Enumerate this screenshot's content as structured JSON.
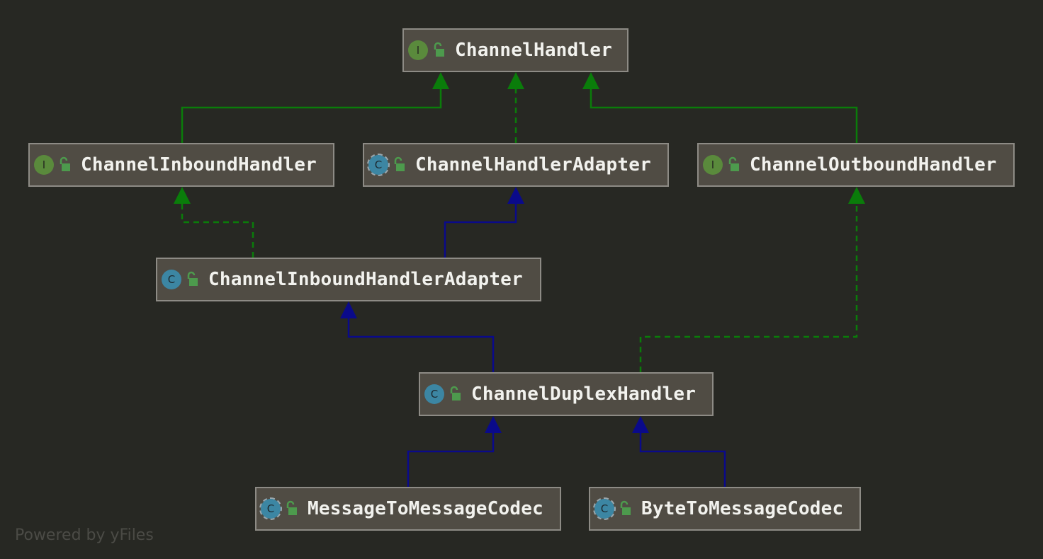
{
  "diagram": {
    "nodes": [
      {
        "id": "channel-handler",
        "kind": "interface",
        "kind_letter": "I",
        "label": "ChannelHandler"
      },
      {
        "id": "channel-inbound-handler",
        "kind": "interface",
        "kind_letter": "I",
        "label": "ChannelInboundHandler"
      },
      {
        "id": "channel-handler-adapter",
        "kind": "abstract",
        "kind_letter": "C",
        "label": "ChannelHandlerAdapter"
      },
      {
        "id": "channel-outbound-handler",
        "kind": "interface",
        "kind_letter": "I",
        "label": "ChannelOutboundHandler"
      },
      {
        "id": "channel-inbound-handler-adapter",
        "kind": "class",
        "kind_letter": "C",
        "label": "ChannelInboundHandlerAdapter"
      },
      {
        "id": "channel-duplex-handler",
        "kind": "class",
        "kind_letter": "C",
        "label": "ChannelDuplexHandler"
      },
      {
        "id": "message-to-message-codec",
        "kind": "abstract",
        "kind_letter": "C",
        "label": "MessageToMessageCodec"
      },
      {
        "id": "byte-to-message-codec",
        "kind": "abstract",
        "kind_letter": "C",
        "label": "ByteToMessageCodec"
      }
    ],
    "edges": [
      {
        "from": "channel-inbound-handler",
        "to": "channel-handler",
        "type": "extends-interface"
      },
      {
        "from": "channel-handler-adapter",
        "to": "channel-handler",
        "type": "implements"
      },
      {
        "from": "channel-outbound-handler",
        "to": "channel-handler",
        "type": "extends-interface"
      },
      {
        "from": "channel-inbound-handler-adapter",
        "to": "channel-inbound-handler",
        "type": "implements"
      },
      {
        "from": "channel-inbound-handler-adapter",
        "to": "channel-handler-adapter",
        "type": "extends-class"
      },
      {
        "from": "channel-duplex-handler",
        "to": "channel-inbound-handler-adapter",
        "type": "extends-class"
      },
      {
        "from": "channel-duplex-handler",
        "to": "channel-outbound-handler",
        "type": "implements"
      },
      {
        "from": "message-to-message-codec",
        "to": "channel-duplex-handler",
        "type": "extends-class"
      },
      {
        "from": "byte-to-message-codec",
        "to": "channel-duplex-handler",
        "type": "extends-class"
      }
    ],
    "colors": {
      "background": "#272823",
      "node_fill": "#504c44",
      "node_border": "#8d8b85",
      "interface_edge": "#0a7c0a",
      "class_edge": "#0a0a8a",
      "interface_icon": "#5a8a3c",
      "class_icon": "#3c86a3",
      "lock_icon": "#4d9a4d"
    }
  },
  "watermark": "Powered by yFiles"
}
